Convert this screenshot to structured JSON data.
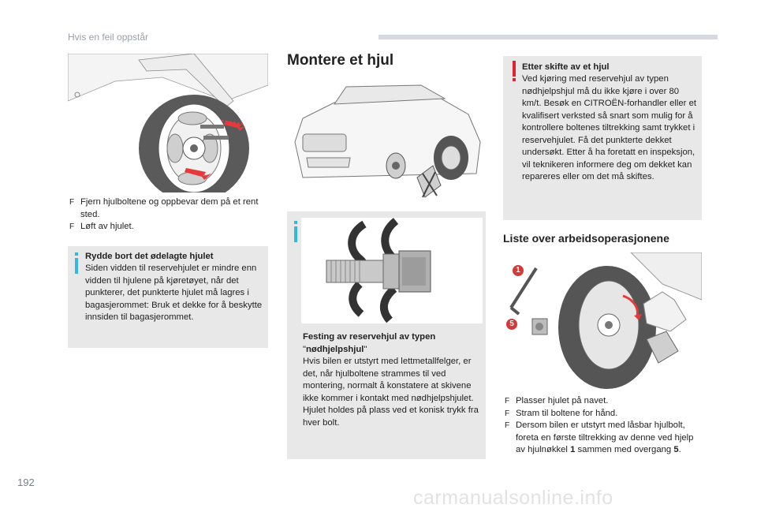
{
  "header": {
    "title": "Hvis en feil oppstår"
  },
  "page_number": "192",
  "watermark": "carmanualsonline.info",
  "left_column": {
    "steps": [
      "Fjern hjulboltene og oppbevar dem på et rent sted.",
      "Løft av hjulet."
    ],
    "bullet_marker": "F",
    "info_box": {
      "title": "Rydde bort det ødelagte hjulet",
      "body": "Siden vidden til reservehjulet er mindre enn vidden til hjulene på kjøretøyet, når det punkterer, det punkterte hjulet må lagres i bagasjerommet: Bruk et dekke for å beskytte innsiden til bagasjerommet."
    }
  },
  "middle_column": {
    "section_title": "Montere et hjul",
    "info_box": {
      "title": "Festing av reservehjul av typen",
      "title_line2_quote_open": "\"",
      "title_line2": "nødhjelpshjul",
      "title_line2_quote_close": "\"",
      "body": "Hvis bilen er utstyrt med lettmetallfelger, er det, når hjulboltene strammes til ved montering, normalt å konstatere at skivene ikke kommer i kontakt med nødhjelpshjulet. Hjulet holdes på plass ved et konisk trykk fra hver bolt."
    }
  },
  "right_column": {
    "warning_box": {
      "title": "Etter skifte av et hjul",
      "body": "Ved kjøring med reservehjul av typen nødhjelpshjul må du ikke kjøre i over 80 km/t. Besøk en CITROËN-forhandler eller et kvalifisert verksted så snart som mulig for å kontrollere boltenes tiltrekking samt trykket i reservehjulet. Få det punkterte dekket undersøkt. Etter å ha foretatt en inspeksjon, vil teknikeren informere deg om dekket kan repareres eller om det må skiftes."
    },
    "section_title": "Liste over arbeidsoperasjonene",
    "callouts": {
      "one": "1",
      "five": "5"
    },
    "steps": [
      "Plasser hjulet på navet.",
      "Stram til boltene for hånd."
    ],
    "last_step": {
      "text_before_1": "Dersom bilen er utstyrt med låsbar hjulbolt, foreta en første tiltrekking av denne ved hjelp av hjulnøkkel ",
      "num_1": "1",
      "text_between": " sammen med overgang ",
      "num_5": "5",
      "text_end": "."
    }
  },
  "colors": {
    "info_accent": "#33b7e0",
    "warning_accent": "#e0232f",
    "box_bg": "#e8e8e8",
    "callout": "#d43a3a",
    "arrow": "#e5393d"
  }
}
